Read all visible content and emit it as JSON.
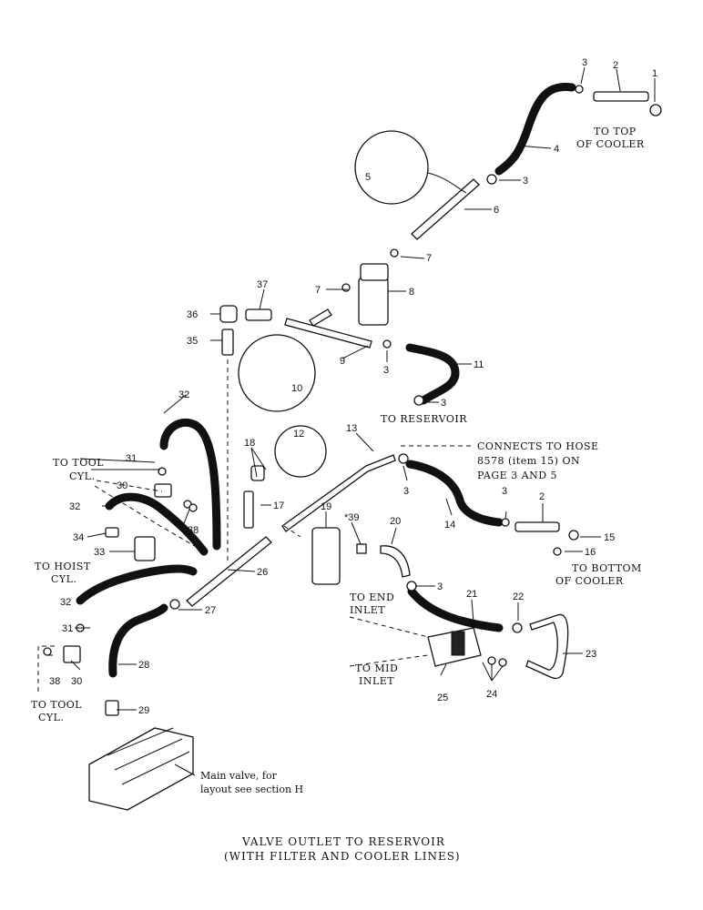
{
  "callouts": {
    "c1": "1",
    "c2": "2",
    "c3a": "3",
    "c3b": "3",
    "c3c": "3",
    "c3d": "3",
    "c3e": "3",
    "c3f": "3",
    "c3g": "3",
    "c4": "4",
    "c5": "5",
    "c6": "6",
    "c7a": "7",
    "c7b": "7",
    "c8": "8",
    "c9": "9",
    "c10": "10",
    "c11": "11",
    "c12": "12",
    "c13": "13",
    "c14": "14",
    "c2b": "2",
    "c15": "15",
    "c16": "16",
    "c17": "17",
    "c18": "18",
    "c19": "19",
    "c20": "20",
    "c39": "*39",
    "c21": "21",
    "c22": "22",
    "c23": "23",
    "c24": "24",
    "c25": "25",
    "c26": "26",
    "c27": "27",
    "c28": "28",
    "c29": "29",
    "c30a": "30",
    "c30b": "30",
    "c31a": "31",
    "c31b": "31",
    "c32a": "32",
    "c32b": "32",
    "c32c": "32",
    "c33": "33",
    "c34": "34",
    "c35": "35",
    "c36": "36",
    "c37": "37",
    "c38a": "38",
    "c38b": "38"
  },
  "notes": {
    "top_cooler_1": "TO TOP",
    "top_cooler_2": "OF COOLER",
    "reservoir": "TO RESERVOIR",
    "connects_1": "CONNECTS TO HOSE",
    "connects_2": "8578 (item 15) ON",
    "connects_3": "PAGE 3 AND 5",
    "bottom_cooler_1": "TO BOTTOM",
    "bottom_cooler_2": "OF COOLER",
    "tool_cyl_top_1": "TO TOOL",
    "tool_cyl_top_2": "CYL.",
    "hoist_cyl_1": "TO HOIST",
    "hoist_cyl_2": "CYL.",
    "end_inlet_1": "TO END",
    "end_inlet_2": "INLET",
    "mid_inlet_1": "TO MID",
    "mid_inlet_2": "INLET",
    "tool_cyl_bottom_1": "TO TOOL",
    "tool_cyl_bottom_2": "CYL.",
    "main_valve_1": "Main valve, for",
    "main_valve_2": "layout see section H"
  },
  "caption": {
    "line1": "VALVE OUTLET TO RESERVOIR",
    "line2": "(WITH FILTER AND COOLER LINES)"
  }
}
